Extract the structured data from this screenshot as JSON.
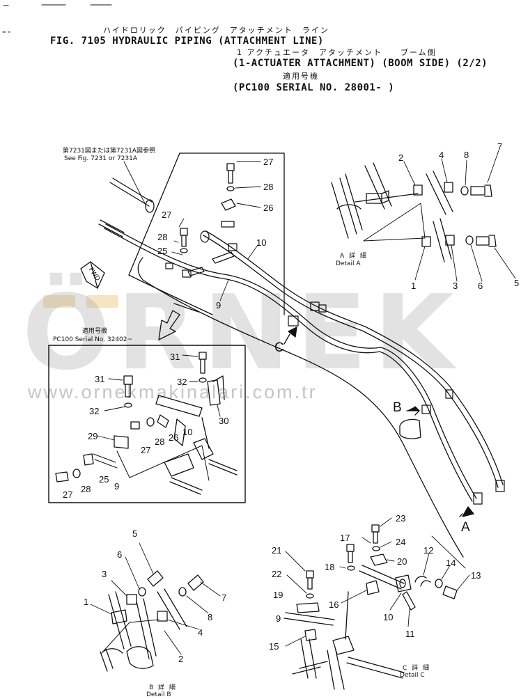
{
  "header": {
    "jp_line1": "ハイドロリック　パイピング　アタッチメント　ライン",
    "title": "FIG. 7105  HYDRAULIC PIPING (ATTACHMENT LINE)",
    "jp_line2": "1 アクチュエータ　アタッチメント　　ブーム側",
    "subtitle": "(1-ACTUATER ATTACHMENT) (BOOM SIDE) (2/2)",
    "jp_line3": "適用号機",
    "serial": "(PC100 SERIAL NO. 28001- )"
  },
  "notes": {
    "ref_jp": "第7231図または第7231A図参照",
    "ref_en": "See Fig. 7231 or 7231A",
    "inset_jp": "適用号機",
    "inset_en": "PC100 Serial No. 32402~",
    "fwd": "FWD"
  },
  "detail_labels": {
    "a_jp": "A 詳 細",
    "a_en": "Detail A",
    "b_jp": "B 詳 細",
    "b_en": "Detail B",
    "c_jp": "C 詳 細",
    "c_en": "Detail C"
  },
  "view_letters": {
    "A": "A",
    "B": "B",
    "C": "C"
  },
  "callouts": {
    "c1": "1",
    "c2": "2",
    "c3": "3",
    "c4": "4",
    "c5": "5",
    "c6": "6",
    "c7": "7",
    "c8": "8",
    "c9": "9",
    "c10": "10",
    "c11": "11",
    "c12": "12",
    "c13": "13",
    "c14": "14",
    "c15": "15",
    "c16": "16",
    "c17": "17",
    "c18": "18",
    "c19": "19",
    "c20": "20",
    "c21": "21",
    "c22": "22",
    "c23": "23",
    "c24": "24",
    "c25": "25",
    "c26": "26",
    "c27": "27",
    "c28": "28",
    "c29": "29",
    "c30": "30",
    "c31": "31",
    "c32": "32"
  },
  "watermark": {
    "brand": "ÖRNEK",
    "url": "www.ornekmakinalari.com.tr"
  }
}
